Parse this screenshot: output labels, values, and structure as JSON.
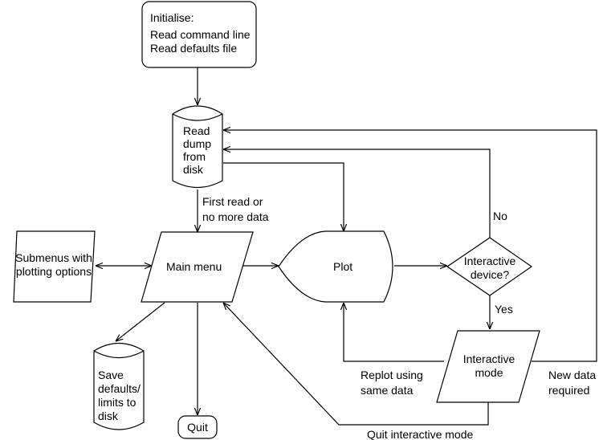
{
  "diagram": {
    "nodes": {
      "init": {
        "lines": [
          "Initialise:",
          "Read command line",
          "Read defaults file"
        ]
      },
      "read_dump": {
        "lines": [
          "Read",
          "dump",
          "from",
          "disk"
        ]
      },
      "main_menu": {
        "lines": [
          "Main menu"
        ]
      },
      "submenus": {
        "lines": [
          "Submenus with",
          "plotting options"
        ]
      },
      "plot": {
        "lines": [
          "Plot"
        ]
      },
      "interactive_device": {
        "lines": [
          "Interactive",
          "device?"
        ]
      },
      "interactive_mode": {
        "lines": [
          "Interactive",
          "mode"
        ]
      },
      "save_defaults": {
        "lines": [
          "Save",
          "defaults/",
          "limits to",
          "disk"
        ]
      },
      "quit": {
        "lines": [
          "Quit"
        ]
      }
    },
    "edge_labels": {
      "first_read": [
        "First read or",
        "no more data"
      ],
      "no": [
        "No"
      ],
      "yes": [
        "Yes"
      ],
      "replot": [
        "Replot using",
        "same data"
      ],
      "new_data": [
        "New data",
        "required"
      ],
      "quit_interactive": [
        "Quit interactive mode"
      ]
    }
  }
}
